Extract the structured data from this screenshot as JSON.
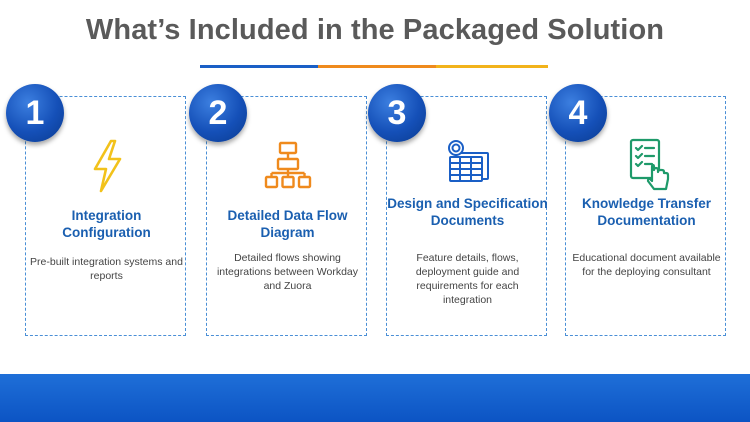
{
  "title": "What’s Included in the Packaged Solution",
  "colors": {
    "title": "#5a5a5a",
    "accent_blue": "#1a5fc6",
    "accent_orange": "#ef8a1d",
    "accent_yellow": "#f2b31b",
    "card_title": "#1a5fb0",
    "icon_lightning": "#f2c21b",
    "icon_flow": "#ef8a1d",
    "icon_docs": "#1a5fc6",
    "icon_checklist": "#1e9a6a"
  },
  "cards": [
    {
      "number": "1",
      "icon": "lightning-icon",
      "title": "Integration Configuration",
      "description": "Pre-built integration systems and reports"
    },
    {
      "number": "2",
      "icon": "flow-diagram-icon",
      "title": "Detailed Data Flow Diagram",
      "description": "Detailed flows showing integrations between Workday and Zuora"
    },
    {
      "number": "3",
      "icon": "documents-icon",
      "title": "Design and Specification Documents",
      "description": "Feature details, flows, deployment guide and requirements for each integration"
    },
    {
      "number": "4",
      "icon": "checklist-icon",
      "title": "Knowledge Transfer Documentation",
      "description": "Educational document available for the deploying consultant"
    }
  ]
}
